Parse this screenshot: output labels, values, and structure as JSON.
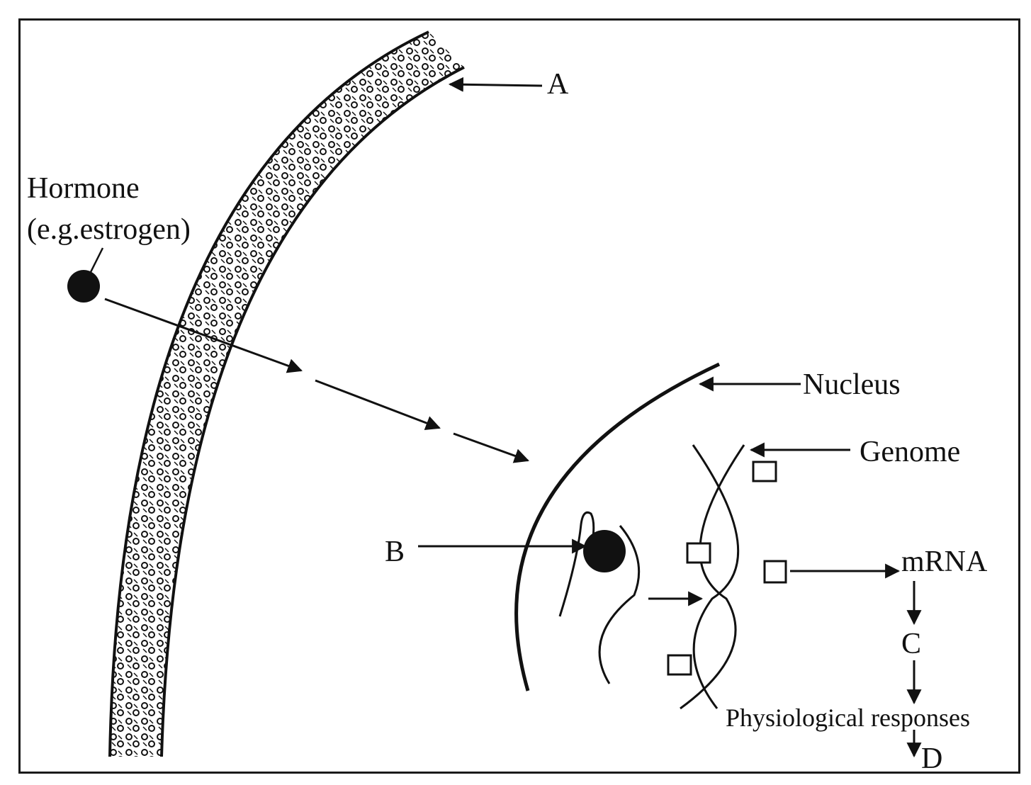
{
  "labels": {
    "a": "A",
    "hormone_line1": "Hormone",
    "hormone_line2": "(e.g.estrogen)",
    "nucleus": "Nucleus",
    "genome": "Genome",
    "b": "B",
    "mrna": "mRNA",
    "c": "C",
    "physiological": "Physiological responses",
    "d": "D"
  },
  "colors": {
    "ink": "#111111",
    "background": "#ffffff"
  }
}
